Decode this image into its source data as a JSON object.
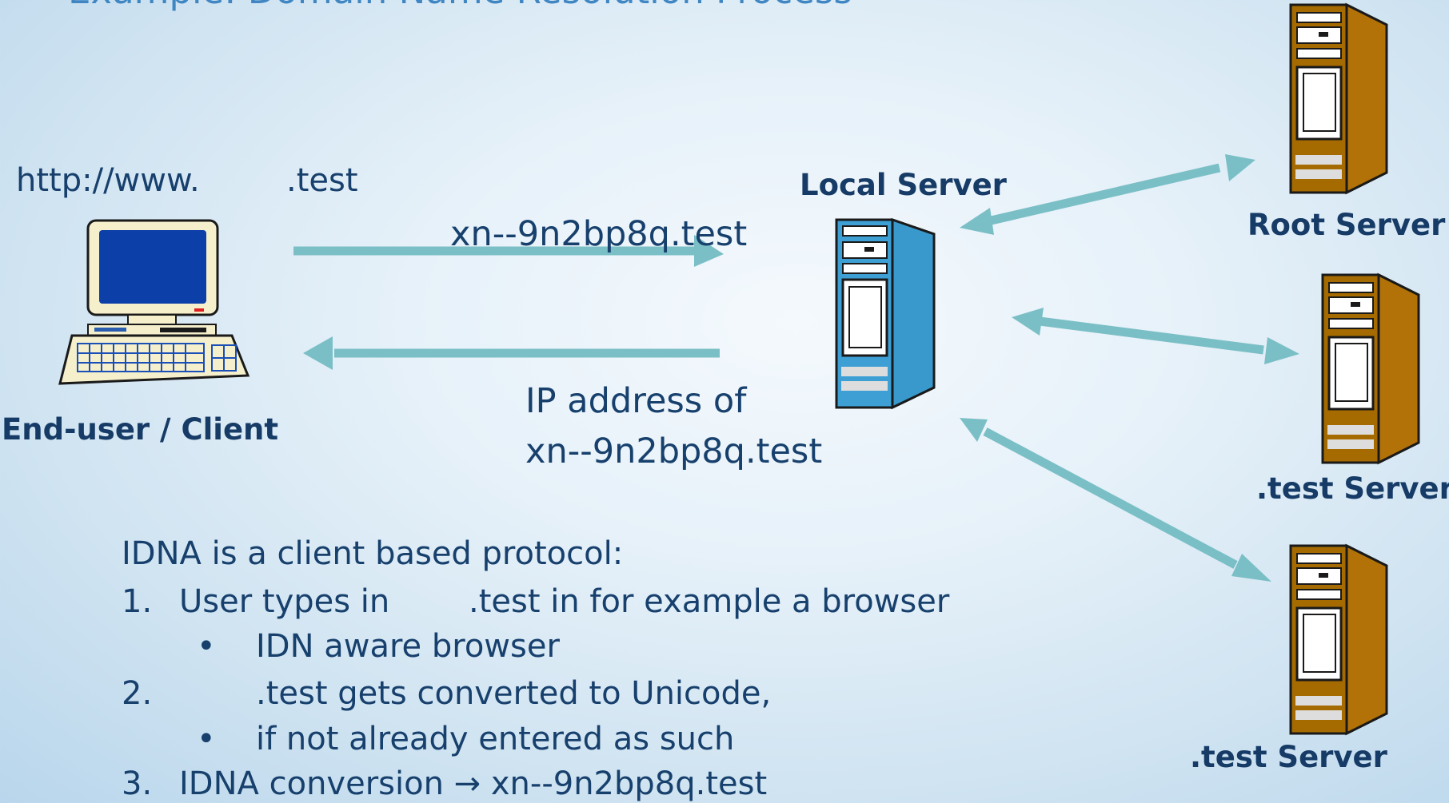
{
  "title": "Example: Domain Name Resolution Process",
  "client": {
    "url_prefix": "http://www.",
    "url_suffix": ".test",
    "label": "End-user / Client"
  },
  "request": "xn--9n2bp8q.test",
  "response": {
    "line1": "IP address of",
    "line2": "xn--9n2bp8q.test"
  },
  "local_server": {
    "label": "Local Server"
  },
  "remote_servers": [
    {
      "label": "Root Server"
    },
    {
      "label": ".test Server"
    },
    {
      "label": ".test Server"
    }
  ],
  "notes": {
    "heading": "IDNA is a client based protocol:",
    "items": [
      {
        "num": "1.",
        "text": ".test in for example a browser",
        "lead": "User types in"
      },
      {
        "bullet": "•",
        "text": "IDN aware browser"
      },
      {
        "num": "2.",
        "text": ".test gets converted to Unicode,"
      },
      {
        "bullet": "•",
        "text": "if not already entered as such"
      },
      {
        "num": "3.",
        "text": "IDNA conversion → xn--9n2bp8q.test"
      }
    ]
  },
  "colors": {
    "arrow": "#7bbfc6",
    "local_server_face": "#3d9fd4",
    "remote_server_face": "#a66b00",
    "text": "#17406d",
    "title": "#3f86c3"
  },
  "icons": {
    "client": "desktop-computer-icon",
    "server": "server-tower-icon"
  }
}
